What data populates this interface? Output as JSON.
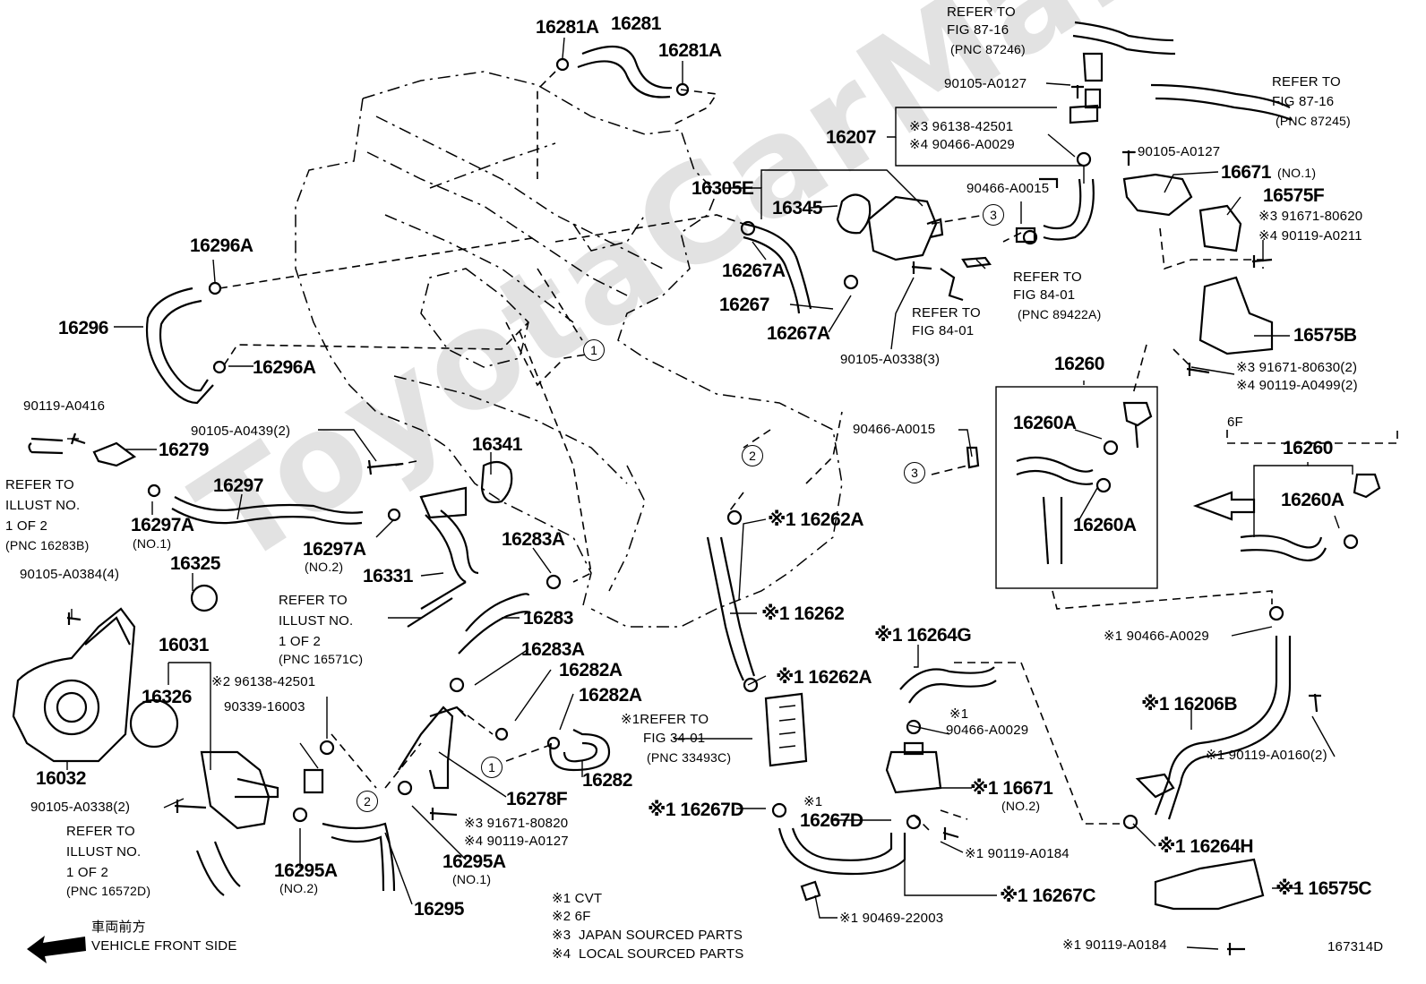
{
  "watermark": "ToyotaCarMaint",
  "diagram_id": "167314D",
  "labels": {
    "l16281A_a": "16281A",
    "l16281": "16281",
    "l16281A_b": "16281A",
    "l16296A_a": "16296A",
    "l16296": "16296",
    "l16296A_b": "16296A",
    "l90119A0416": "90119-A0416",
    "l16279": "16279",
    "l16297": "16297",
    "l16297A_1": "16297A",
    "no1_a": "(NO.1)",
    "l90105A0439": "90105-A0439(2)",
    "l16341": "16341",
    "l16297A_2": "16297A",
    "no2_a": "(NO.2)",
    "l16331": "16331",
    "l16283A_a": "16283A",
    "l16283": "16283",
    "l16283A_b": "16283A",
    "l16282A_a": "16282A",
    "l16282A_b": "16282A",
    "l16282": "16282",
    "l16278F": "16278F",
    "l16295A_1": "16295A",
    "no1_b": "(NO.1)",
    "l16295": "16295",
    "l16295A_2": "16295A",
    "no2_b": "(NO.2)",
    "l90105A0384": "90105-A0384(4)",
    "l16325": "16325",
    "l16031": "16031",
    "l16326": "16326",
    "l16032": "16032",
    "l90105A0338_2": "90105-A0338(2)",
    "s2a": "※2 96138-42501",
    "s2b": "90339-16003",
    "s3a": "※3 91671-80820",
    "s4a": "※4 90119-A0127",
    "l16305E": "16305E",
    "l16345": "16345",
    "l16267A_a": "16267A",
    "l16267": "16267",
    "l16267A_b": "16267A",
    "l16207": "16207",
    "s3b": "※3 96138-42501",
    "s4b": "※4 90466-A0029",
    "l90105A0127_a": "90105-A0127",
    "l90105A0127_b": "90105-A0127",
    "l90466A0015_a": "90466-A0015",
    "l90105A0338_3": "90105-A0338(3)",
    "l16671_1": "16671",
    "no1_c": "(NO.1)",
    "l16575F": "16575F",
    "s3c": "※3 91671-80620",
    "s4c": "※4 90119-A0211",
    "l16575B": "16575B",
    "s3d": "※3 91671-80630(2)",
    "s4d": "※4 90119-A0499(2)",
    "l16260_a": "16260",
    "l16260A_a": "16260A",
    "l16260A_b": "16260A",
    "l6F": "6F",
    "l16260_b": "16260",
    "l16260A_c": "16260A",
    "l90466A0015_b": "90466-A0015",
    "l16262A_a": "※1 16262A",
    "l16262": "※1 16262",
    "l16262A_b": "※1 16262A",
    "l16264G": "※1 16264G",
    "s1_x": "※1",
    "l90466A0029_a": "90466-A0029",
    "l16671_2": "※1 16671",
    "no2_c": "(NO.2)",
    "l16267D_a": "※1 16267D",
    "s1_y": "※1",
    "l16267D_b": "16267D",
    "l90119A0184_a": "※1 90119-A0184",
    "l16267C": "※1 16267C",
    "l90469": "※1 90469-22003",
    "l90466A0029_b": "※1 90466-A0029",
    "l16206B": "※1 16206B",
    "l90119A0160": "※1 90119-A0160(2)",
    "l16264H": "※1 16264H",
    "l16575C": "※1 16575C",
    "l90119A0184_b": "※1 90119-A0184",
    "ref8716a_1": "REFER TO",
    "ref8716a_2": "FIG 87-16",
    "ref8716a_3": "(PNC 87246)",
    "ref8716b_1": "REFER TO",
    "ref8716b_2": "FIG 87-16",
    "ref8716b_3": "(PNC 87245)",
    "ref8401a_1": "REFER TO",
    "ref8401a_2": "FIG 84-01",
    "ref8401a_3": "(PNC 89422A)",
    "ref8401b_1": "REFER TO",
    "ref8401b_2": "FIG 84-01",
    "refB_1": "REFER TO",
    "refB_2": "ILLUST NO.",
    "refB_3": "1 OF 2",
    "refB_4": "(PNC 16283B)",
    "refC_1": "REFER TO",
    "refC_2": "ILLUST NO.",
    "refC_3": "1 OF 2",
    "refC_4": "(PNC 16571C)",
    "refD_1": "REFER TO",
    "refD_2": "ILLUST NO.",
    "refD_3": "1 OF 2",
    "refD_4": "(PNC 16572D)",
    "ref3401_1": "※1REFER TO",
    "ref3401_2": "FIG 34-01",
    "ref3401_3": "(PNC 33493C)",
    "c1a": "1",
    "c1b": "1",
    "c2a": "2",
    "c2b": "2",
    "c3a": "3",
    "c3b": "3"
  },
  "legend": {
    "n1": "※1 CVT",
    "n2": "※2 6F",
    "n3": "※3  JAPAN SOURCED PARTS",
    "n4": "※4  LOCAL SOURCED PARTS"
  },
  "front": {
    "jp": "車両前方",
    "en": "VEHICLE FRONT SIDE"
  }
}
